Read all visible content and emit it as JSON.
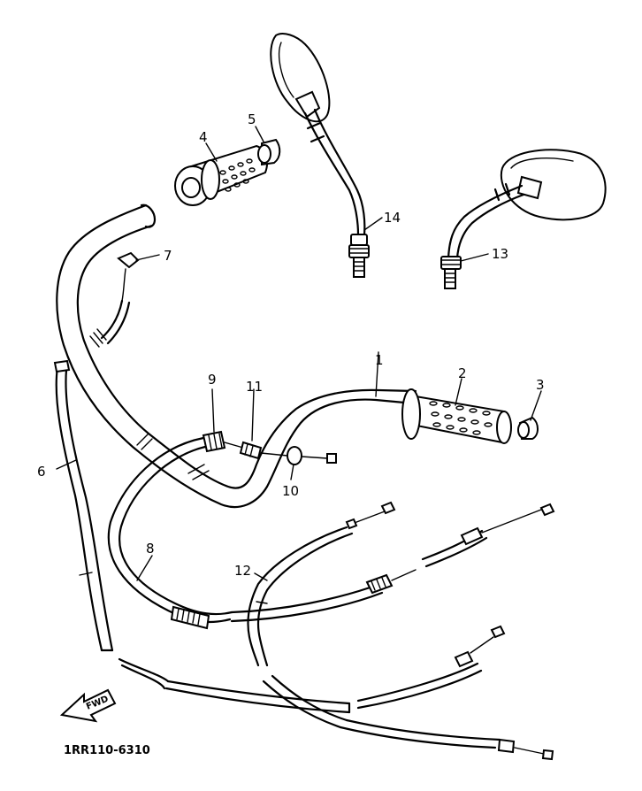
{
  "diagram": {
    "part_code": "1RR110-6310",
    "fwd_label": "FWD",
    "callouts": [
      "1",
      "2",
      "3",
      "4",
      "5",
      "6",
      "7",
      "8",
      "9",
      "10",
      "11",
      "12",
      "13",
      "14"
    ]
  }
}
